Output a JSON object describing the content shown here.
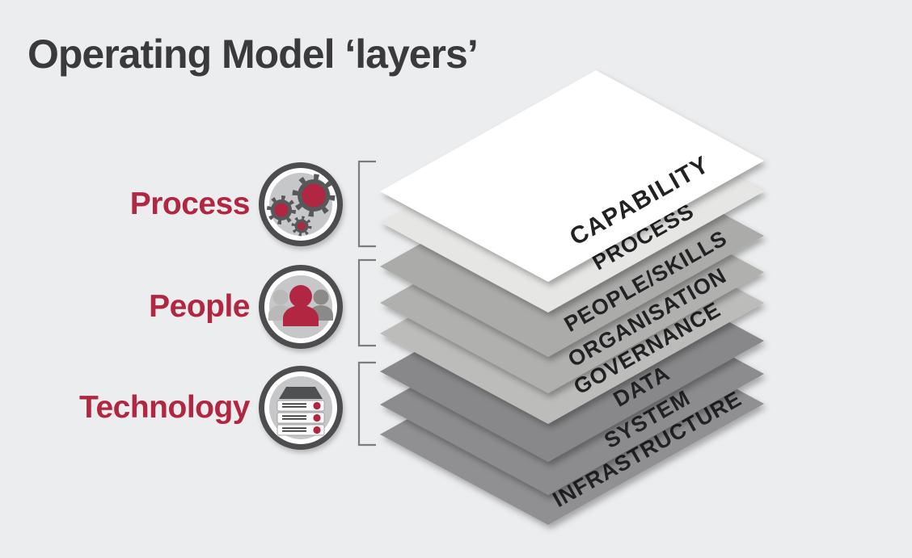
{
  "title": "Operating Model ‘layers’",
  "colors": {
    "background": "#ECEDEE",
    "accent": "#B12742",
    "title_text": "#3A3A3C",
    "layer_label_text": "#222224",
    "bracket": "#7D7D7F",
    "icon_ring": "#4D4E50",
    "icon_inner": "#C6C7C8",
    "gear_body": "#57585A"
  },
  "legend": {
    "items": [
      {
        "label": "Process",
        "icon": "gears-icon"
      },
      {
        "label": "People",
        "icon": "people-icon"
      },
      {
        "label": "Technology",
        "icon": "server-icon"
      }
    ]
  },
  "stack": {
    "layers": [
      {
        "label": "CAPABILITY",
        "color": "#FFFFFF",
        "group": "Process"
      },
      {
        "label": "PROCESS",
        "color": "#E6E6E4",
        "group": "Process"
      },
      {
        "label": "PEOPLE/SKILLS",
        "color": "#ABABA9",
        "group": "People"
      },
      {
        "label": "ORGANISATION",
        "color": "#B0B0AE",
        "group": "People"
      },
      {
        "label": "GOVERNANCE",
        "color": "#BCBCBA",
        "group": "People"
      },
      {
        "label": "DATA",
        "color": "#88888A",
        "group": "Technology"
      },
      {
        "label": "SYSTEM",
        "color": "#8C8C8E",
        "group": "Technology"
      },
      {
        "label": "INFRASTRUCTURE",
        "color": "#909092",
        "group": "Technology"
      }
    ]
  }
}
